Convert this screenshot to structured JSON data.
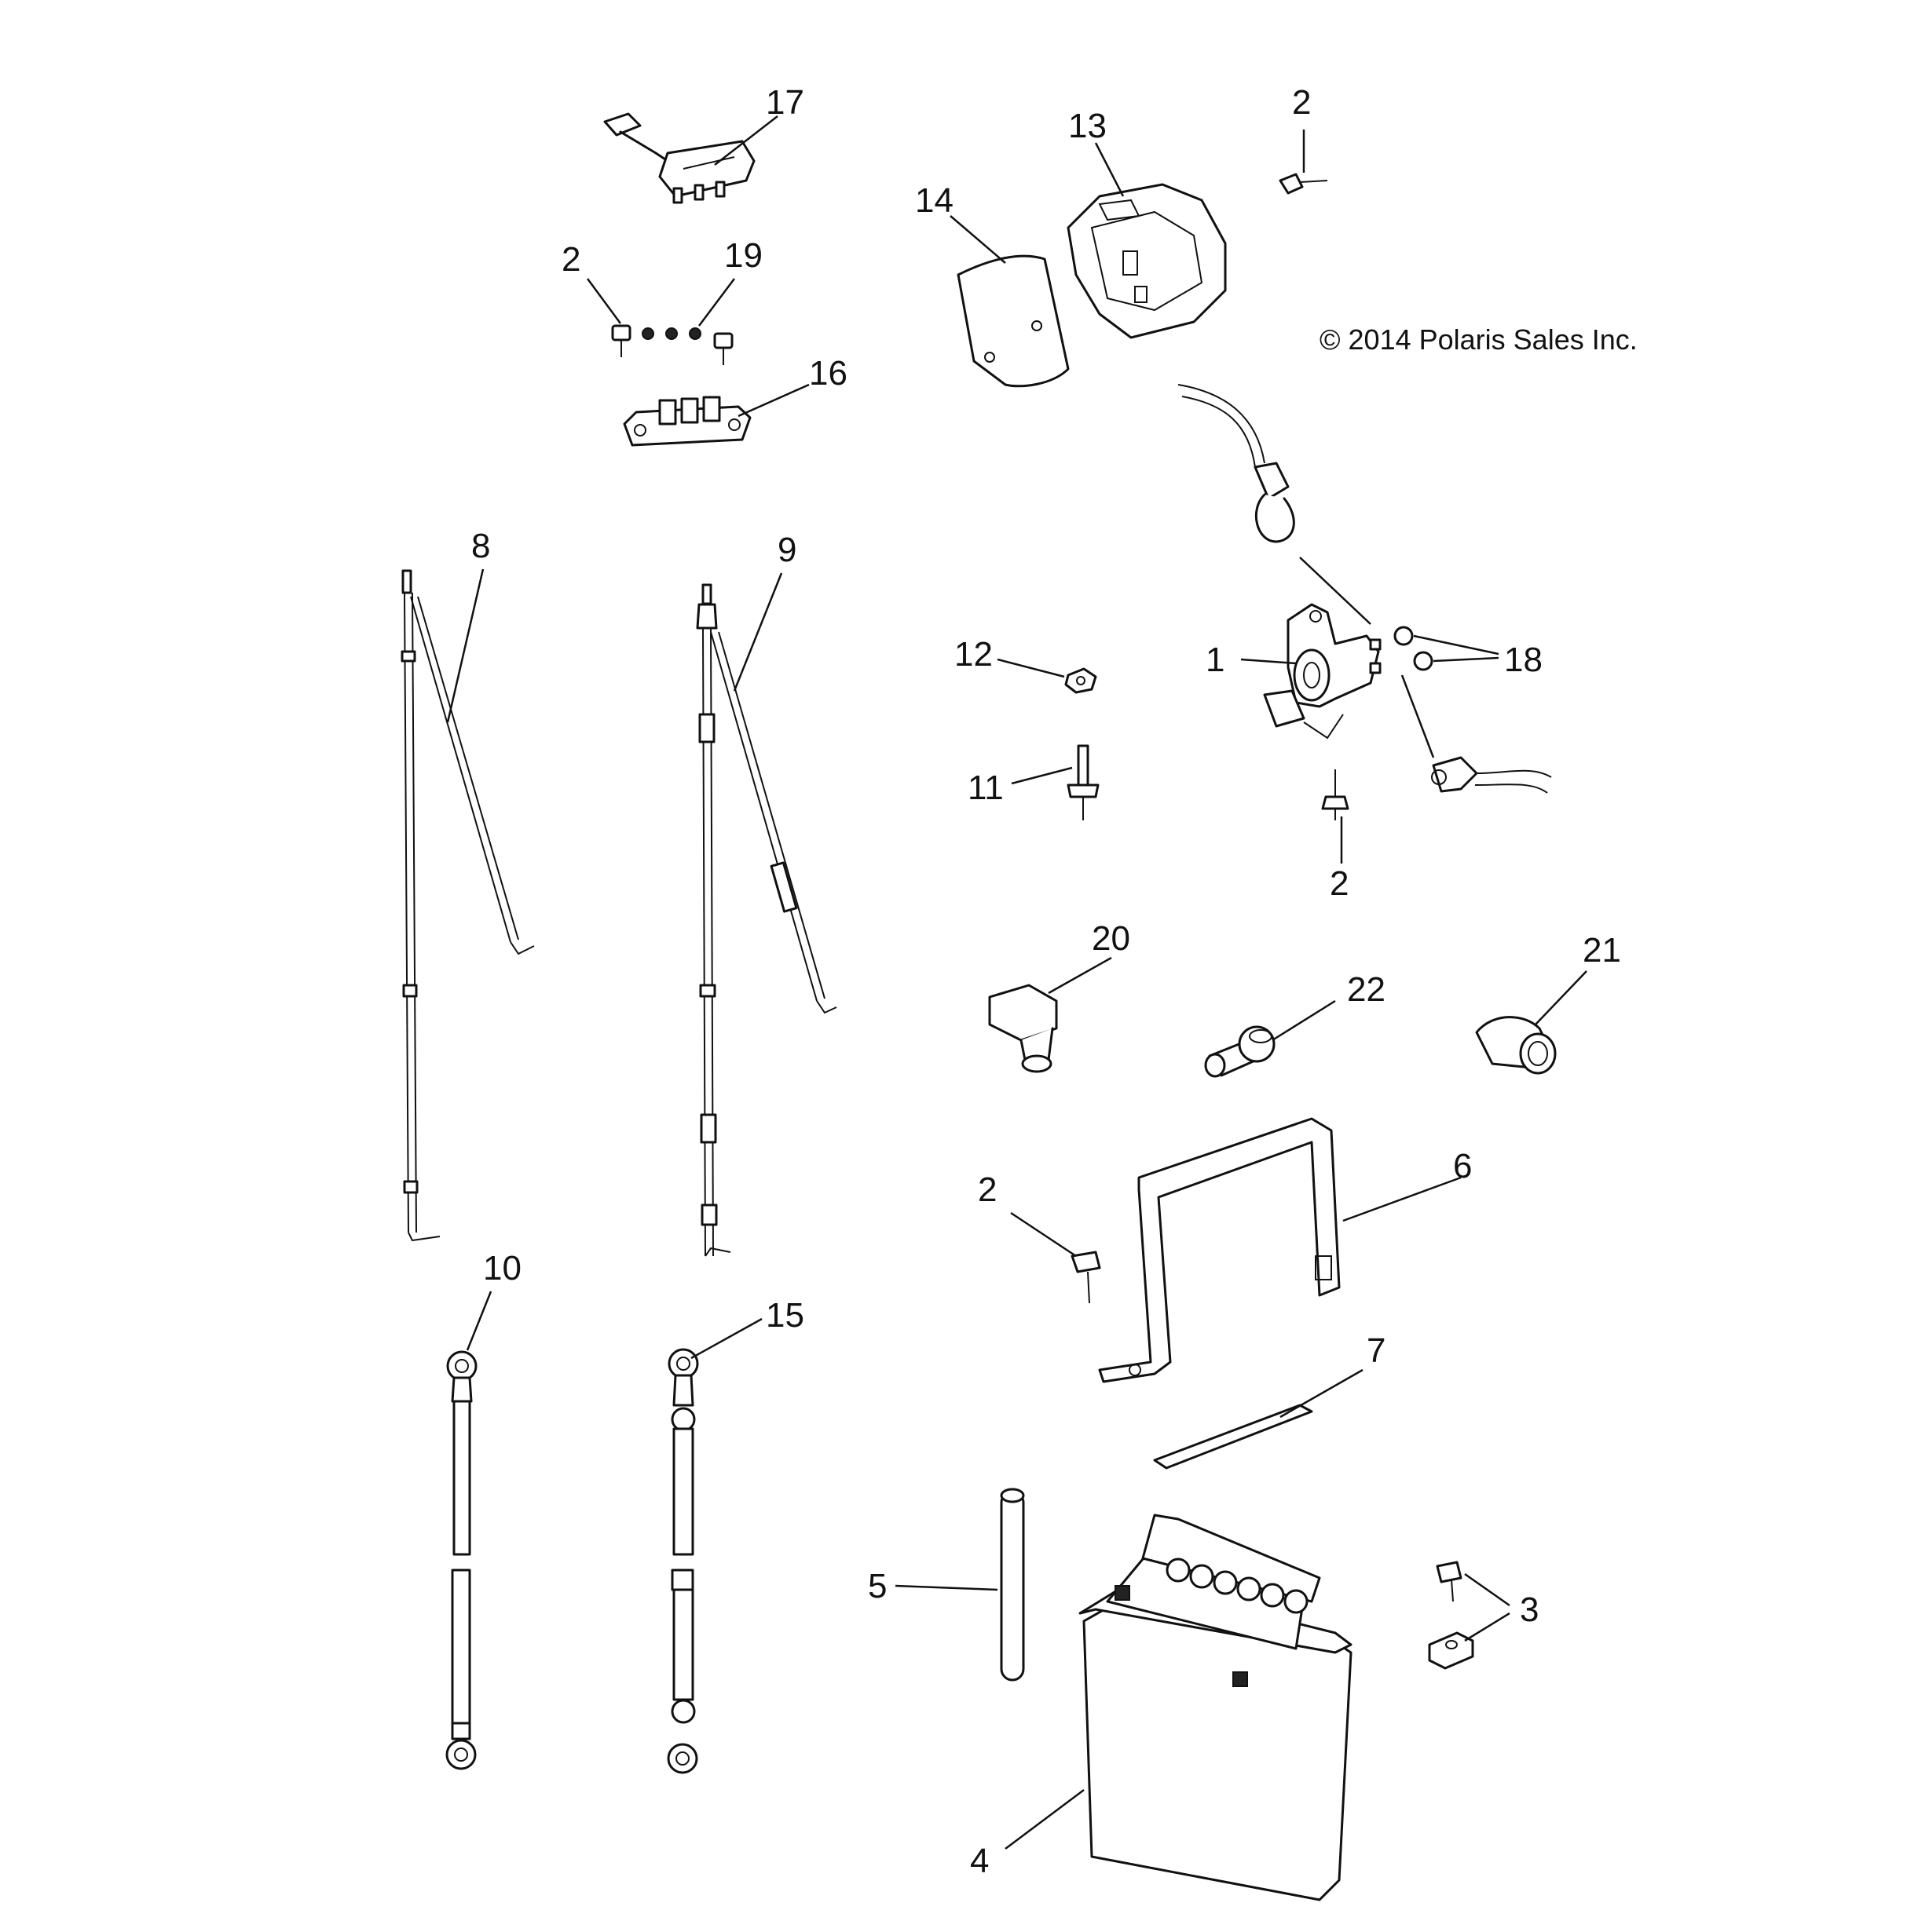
{
  "copyright": "© 2014 Polaris Sales Inc.",
  "callouts": {
    "c1": "1",
    "c2a": "2",
    "c2b": "2",
    "c2c": "2",
    "c2d": "2",
    "c3": "3",
    "c4": "4",
    "c5": "5",
    "c6": "6",
    "c7": "7",
    "c8": "8",
    "c9": "9",
    "c10": "10",
    "c11": "11",
    "c12": "12",
    "c13": "13",
    "c14": "14",
    "c15": "15",
    "c16": "16",
    "c17": "17",
    "c18": "18",
    "c19": "19",
    "c20": "20",
    "c21": "21",
    "c22": "22"
  }
}
